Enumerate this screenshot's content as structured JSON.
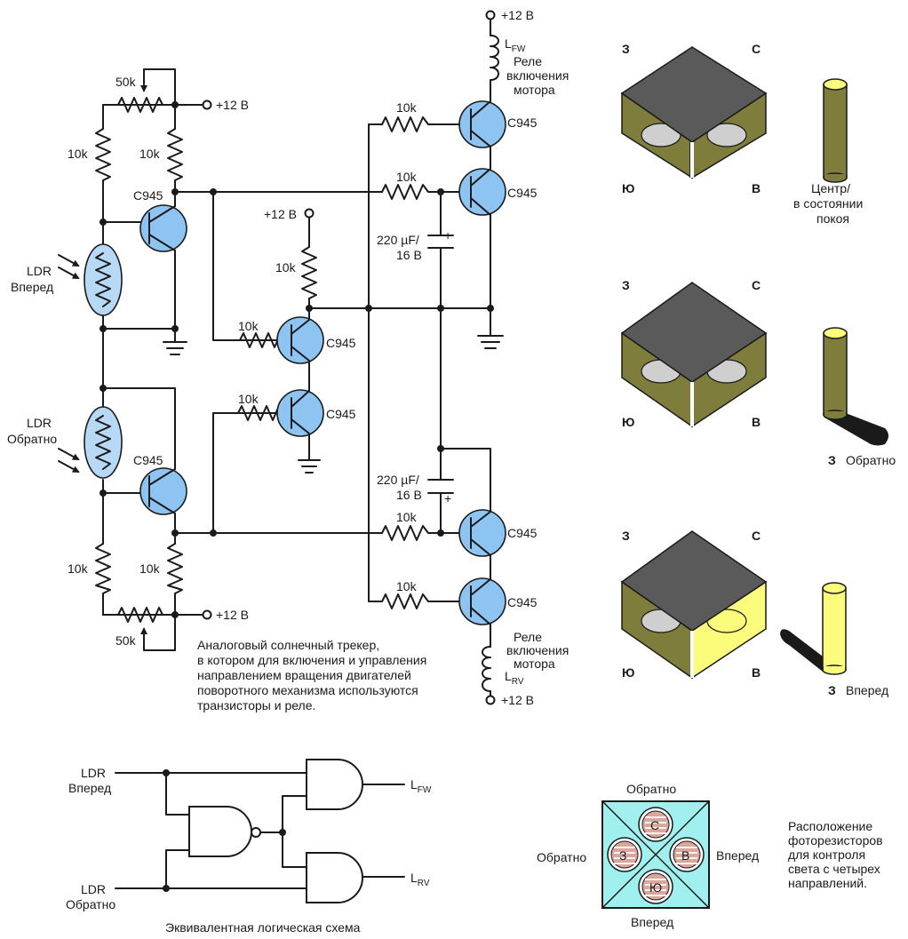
{
  "labels": {
    "r10k": "10k",
    "r50k": "50k",
    "c945": "C945",
    "plus12": "+12 В",
    "cap1": "220 µF/",
    "cap2": "16 В",
    "cap_plus": "+",
    "ldr": "LDR",
    "forward": "Вперед",
    "reverse": "Обратно",
    "lfw_base": "L",
    "lfw_sub": "FW",
    "lrv_sub": "RV",
    "relay1": "Реле",
    "relay2": "включения",
    "relay3": "мотора"
  },
  "caption": [
    "Аналоговый солнечный трекер,",
    "в котором для включения и управления",
    "направлением вращения двигателей",
    "поворотного механизма используются",
    "транзисторы и реле."
  ],
  "compass": {
    "west": "З",
    "north": "С",
    "south": "Ю",
    "east": "В"
  },
  "states": [
    {
      "label1": "Центр/",
      "label2": "в состоянии",
      "label3": "покоя"
    },
    {
      "letter": "З",
      "word": "Обратно"
    },
    {
      "letter": "З",
      "word": "Вперед"
    }
  ],
  "logic": {
    "in1_a": "LDR",
    "in1_b": "Вперед",
    "in2_a": "LDR",
    "in2_b": "Обратно",
    "out1_base": "L",
    "out1_sub": "FW",
    "out2_base": "L",
    "out2_sub": "RV",
    "title": "Эквивалентная логическая схема"
  },
  "sensor_box": {
    "top": "Обратно",
    "left": "Обратно",
    "right": "Вперед",
    "bottom": "Вперед",
    "north": "С",
    "west": "З",
    "east": "В",
    "south": "Ю",
    "desc": [
      "Расположение",
      "фоторезисторов",
      "для контроля",
      "света с четырех",
      "направлений."
    ]
  },
  "colors": {
    "transistor": "#8ec4f2",
    "ldr": "#b7d9f5",
    "block_top": "#5a5a5a",
    "block_side": "#7f7d3c",
    "lit_side": "#fbfb7c",
    "sensor_bg": "#9ff0ee"
  }
}
